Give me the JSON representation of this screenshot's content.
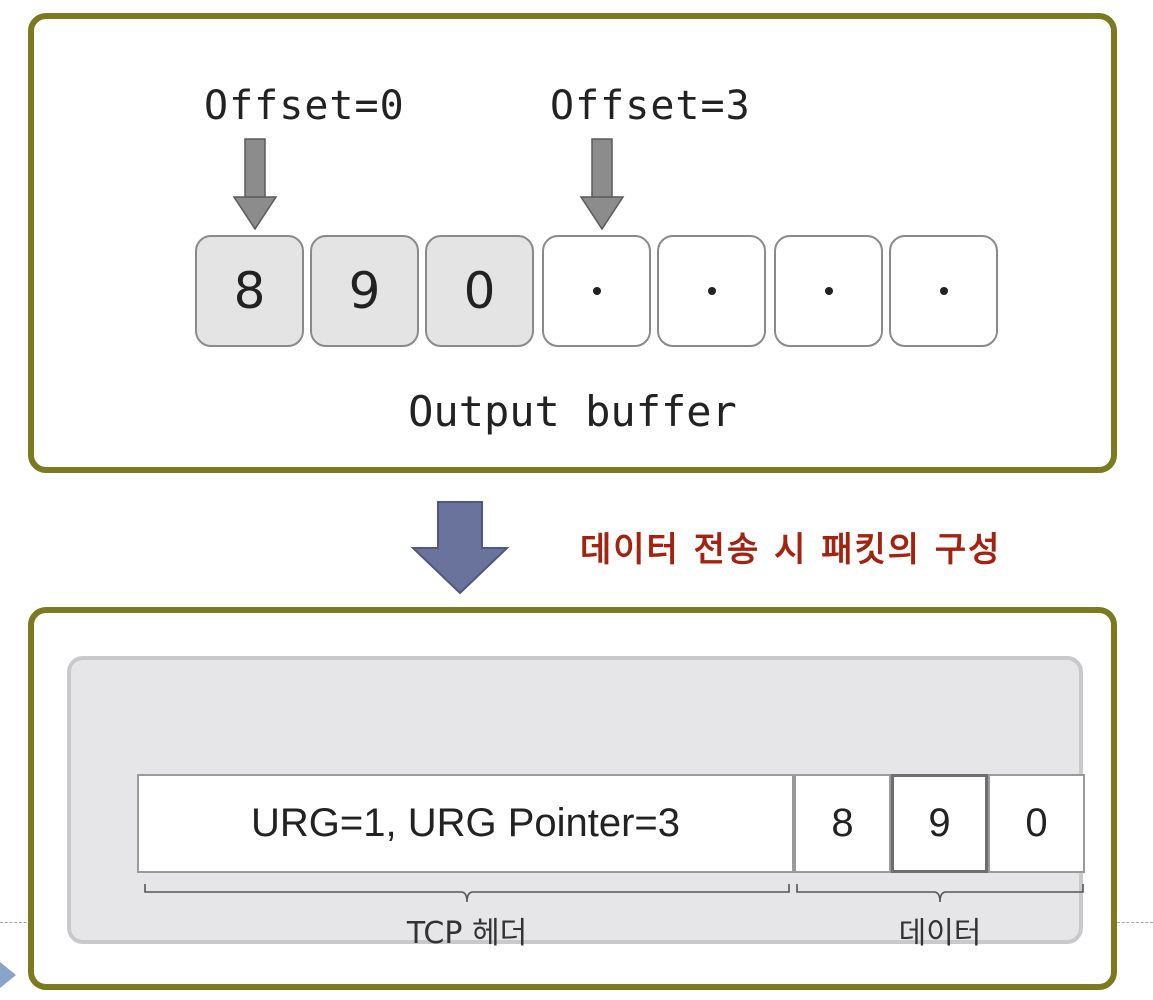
{
  "top_panel": {
    "offset_labels": [
      "Offset=0",
      "Offset=3"
    ],
    "cells": [
      "8",
      "9",
      "0",
      "",
      "",
      "",
      ""
    ],
    "buffer_label": "Output buffer"
  },
  "caption": "데이터 전송 시 패킷의 구성",
  "bottom_panel": {
    "header_field": "URG=1, URG Pointer=3",
    "data_cells": [
      "8",
      "9",
      "0"
    ],
    "header_group_label": "TCP 헤더",
    "data_group_label": "데이터"
  },
  "colors": {
    "panel_border": "#7b7a1f",
    "caption": "#a32310",
    "arrow": "#6a739c"
  }
}
